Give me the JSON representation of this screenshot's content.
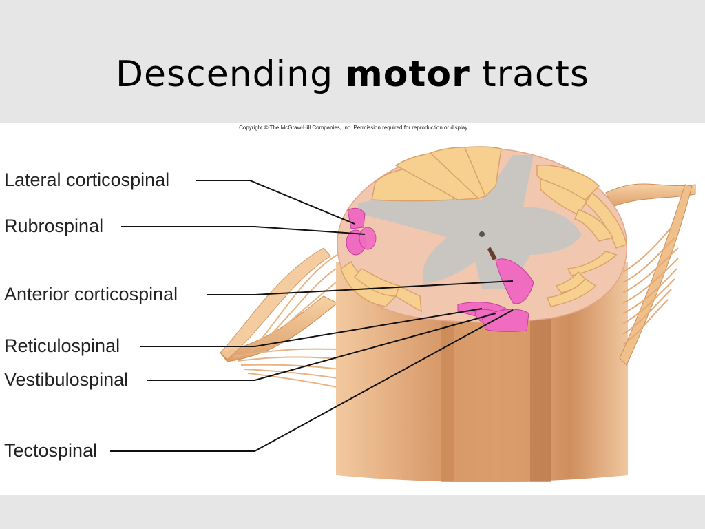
{
  "slide": {
    "title_prefix": "Descending ",
    "title_bold": "motor",
    "title_suffix": " tracts",
    "copyright": "Copyright © The McGraw-Hill Companies, Inc. Permission required for reproduction or display."
  },
  "labels": [
    {
      "id": "lateral-corticospinal",
      "text": "Lateral corticospinal"
    },
    {
      "id": "rubrospinal",
      "text": "Rubrospinal"
    },
    {
      "id": "anterior-corticospinal",
      "text": "Anterior corticospinal"
    },
    {
      "id": "reticulospinal",
      "text": "Reticulospinal"
    },
    {
      "id": "vestibulospinal",
      "text": "Vestibulospinal"
    },
    {
      "id": "tectospinal",
      "text": "Tectospinal"
    }
  ],
  "colors": {
    "background": "#e6e6e6",
    "panel": "#ffffff",
    "white_matter": "#f2c7b0",
    "gray_matter": "#c9c6c2",
    "fasciculi": "#f7cf8f",
    "tract_pink": "#f06cc0",
    "cord_tan": "#d9a073",
    "nerve_root": "#f0c08a"
  }
}
